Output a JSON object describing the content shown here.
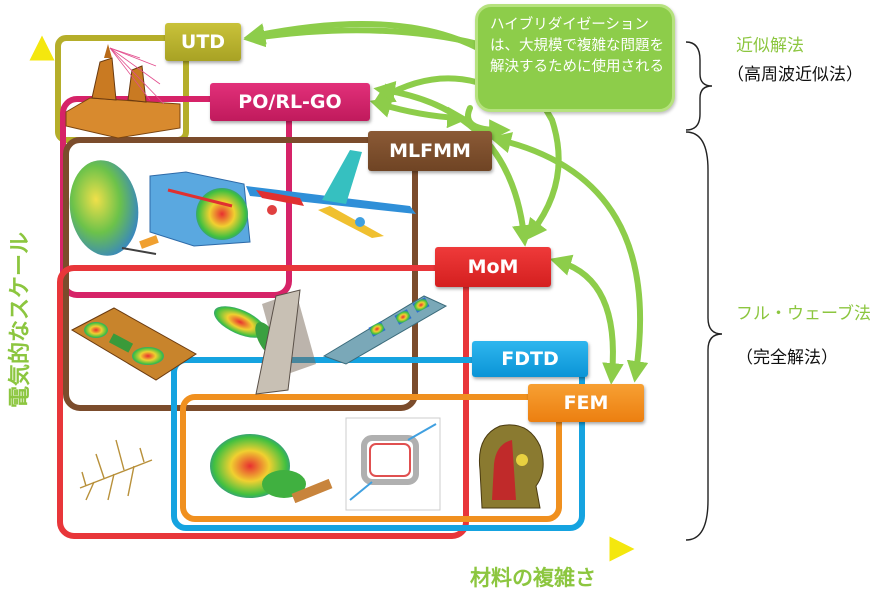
{
  "labels": {
    "utd": "UTD",
    "po": "PO/RL-GO",
    "mlfmm": "MLFMM",
    "mom": "MoM",
    "fdtd": "FDTD",
    "fem": "FEM"
  },
  "callout": "ハイブリダイゼーションは、大規模で複雑な問題を解決するために使用される",
  "approx": {
    "title": "近似解法",
    "subtitle": "（高周波近似法）"
  },
  "fullwave": {
    "title": "フル・ウェーブ法",
    "subtitle": "（完全解法）"
  },
  "axes": {
    "y_label": "電気的なスケール",
    "x_label": "材料の複雑さ"
  },
  "colors": {
    "utd": "#b5ae2a",
    "po": "#d62368",
    "mlfmm": "#7b4c2c",
    "mom": "#e8363a",
    "fdtd": "#15a3e0",
    "fem": "#f0901f",
    "accent_green": "#8cc63f"
  },
  "icons": [
    "ship-model-icon",
    "reflector-antenna-icon",
    "waveguide-horn-icon",
    "airplane-model-icon",
    "pcb-board-icon",
    "radiation-pattern-icon",
    "patch-array-icon",
    "log-periodic-antenna-icon",
    "radiation-lobe-icon",
    "filter-circuit-icon",
    "human-head-icon"
  ]
}
